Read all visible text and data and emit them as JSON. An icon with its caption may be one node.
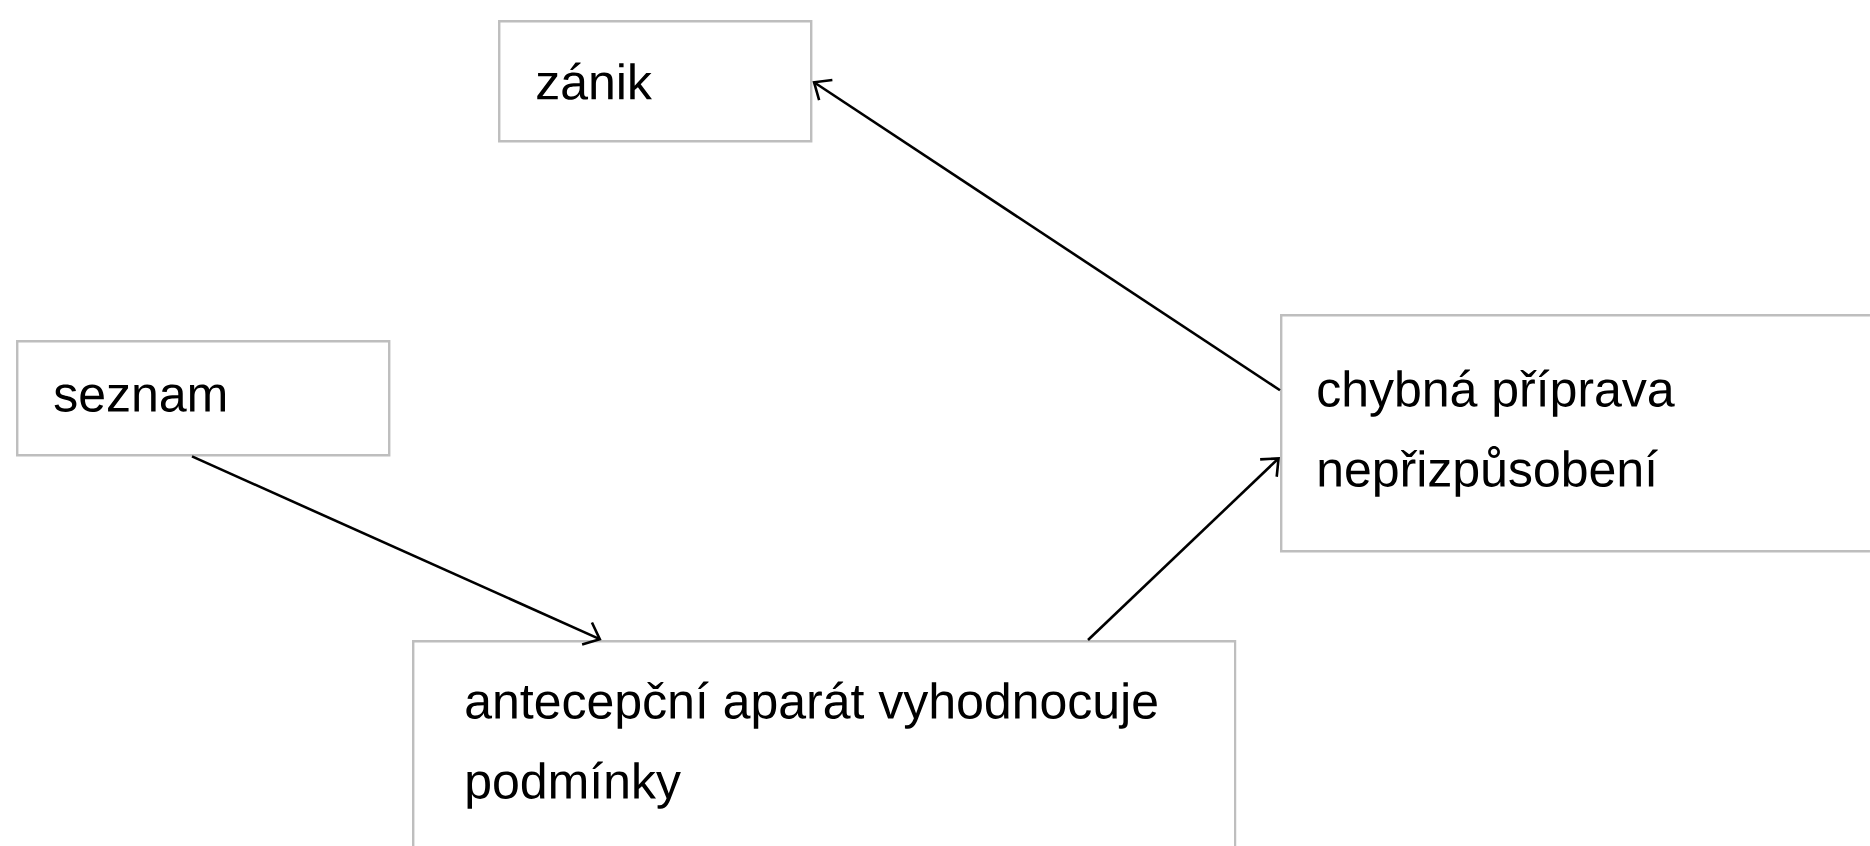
{
  "diagram": {
    "nodes": [
      {
        "text": [
          "seznam"
        ]
      },
      {
        "text": [
          "zánik"
        ]
      },
      {
        "text": [
          "antecepční aparát vyhodnocuje podmínky"
        ]
      },
      {
        "text": [
          "chybná příprava nepřizpůsobení"
        ]
      }
    ],
    "edges": [
      {
        "from": 0,
        "to": 2,
        "arrow": "to"
      },
      {
        "from": 2,
        "to": 3,
        "arrow": "to"
      },
      {
        "from": 3,
        "to": 1,
        "arrow": "to"
      }
    ]
  }
}
